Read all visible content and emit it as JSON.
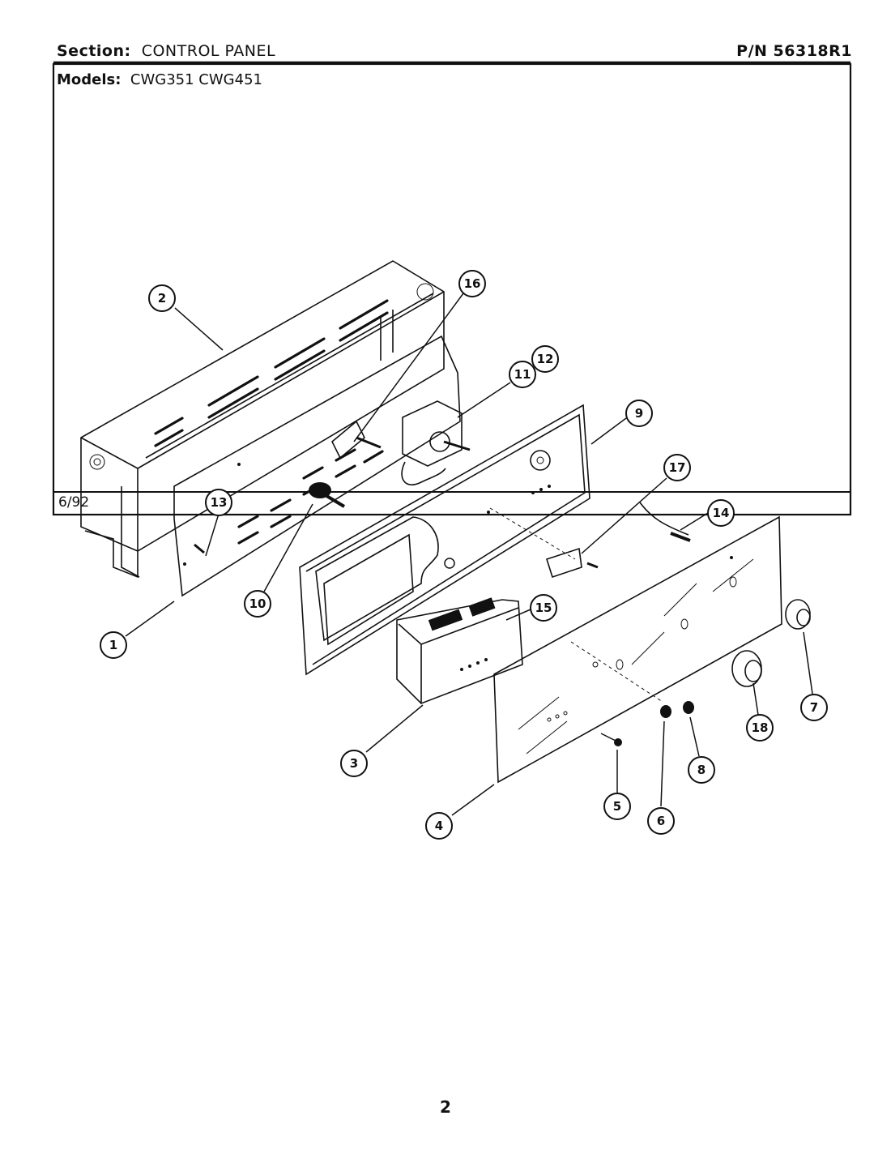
{
  "header": {
    "section_label": "Section:",
    "section_value": "CONTROL PANEL",
    "pn": "P/N 56318R1"
  },
  "models": {
    "label": "Models:",
    "values": "CWG351   CWG451"
  },
  "footer": {
    "date": "6/92",
    "page": "2"
  },
  "callouts": [
    "1",
    "2",
    "3",
    "4",
    "5",
    "6",
    "7",
    "8",
    "9",
    "10",
    "11",
    "12",
    "13",
    "14",
    "15",
    "16",
    "17",
    "18"
  ]
}
